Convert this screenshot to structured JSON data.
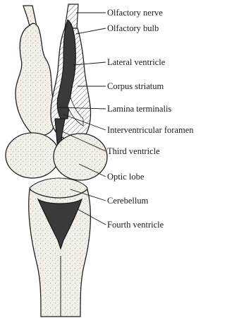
{
  "labels": {
    "olfactory_nerve": "Olfactory nerve",
    "olfactory_bulb": "Olfactory bulb",
    "lateral_ventricle": "Lateral ventricle",
    "corpus_striatum": "Corpus striatum",
    "lamina_terminalis": "Lamina terminalis",
    "interventricular_foramen": "Interventricular foramen",
    "third_ventricle": "Third ventricle",
    "optic_lobe": "Optic lobe",
    "cerebellum": "Cerebellum",
    "fourth_ventricle": "Fourth ventricle"
  }
}
